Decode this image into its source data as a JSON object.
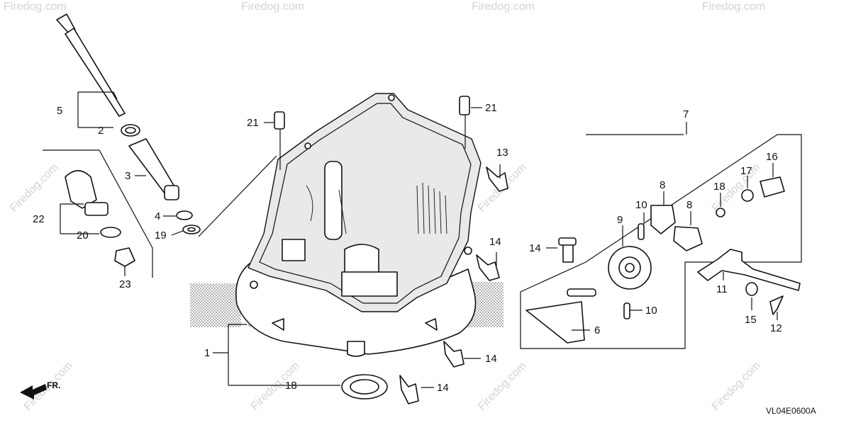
{
  "diagram": {
    "code": "VL04E0600A",
    "direction_label": "FR.",
    "watermark": "Firedog.com",
    "callouts": [
      {
        "id": "c1",
        "text": "1"
      },
      {
        "id": "c2",
        "text": "2"
      },
      {
        "id": "c3",
        "text": "3"
      },
      {
        "id": "c4",
        "text": "4"
      },
      {
        "id": "c5",
        "text": "5"
      },
      {
        "id": "c6",
        "text": "6"
      },
      {
        "id": "c7",
        "text": "7"
      },
      {
        "id": "c8a",
        "text": "8"
      },
      {
        "id": "c8b",
        "text": "8"
      },
      {
        "id": "c9",
        "text": "9"
      },
      {
        "id": "c10a",
        "text": "10"
      },
      {
        "id": "c10b",
        "text": "10"
      },
      {
        "id": "c11",
        "text": "11"
      },
      {
        "id": "c12",
        "text": "12"
      },
      {
        "id": "c13",
        "text": "13"
      },
      {
        "id": "c14a",
        "text": "14"
      },
      {
        "id": "c14b",
        "text": "14"
      },
      {
        "id": "c14c",
        "text": "14"
      },
      {
        "id": "c14d",
        "text": "14"
      },
      {
        "id": "c15",
        "text": "15"
      },
      {
        "id": "c16",
        "text": "16"
      },
      {
        "id": "c17",
        "text": "17"
      },
      {
        "id": "c18a",
        "text": "18"
      },
      {
        "id": "c18b",
        "text": "18"
      },
      {
        "id": "c19",
        "text": "19"
      },
      {
        "id": "c20",
        "text": "20"
      },
      {
        "id": "c21a",
        "text": "21"
      },
      {
        "id": "c21b",
        "text": "21"
      },
      {
        "id": "c22",
        "text": "22"
      },
      {
        "id": "c23",
        "text": "23"
      }
    ]
  }
}
